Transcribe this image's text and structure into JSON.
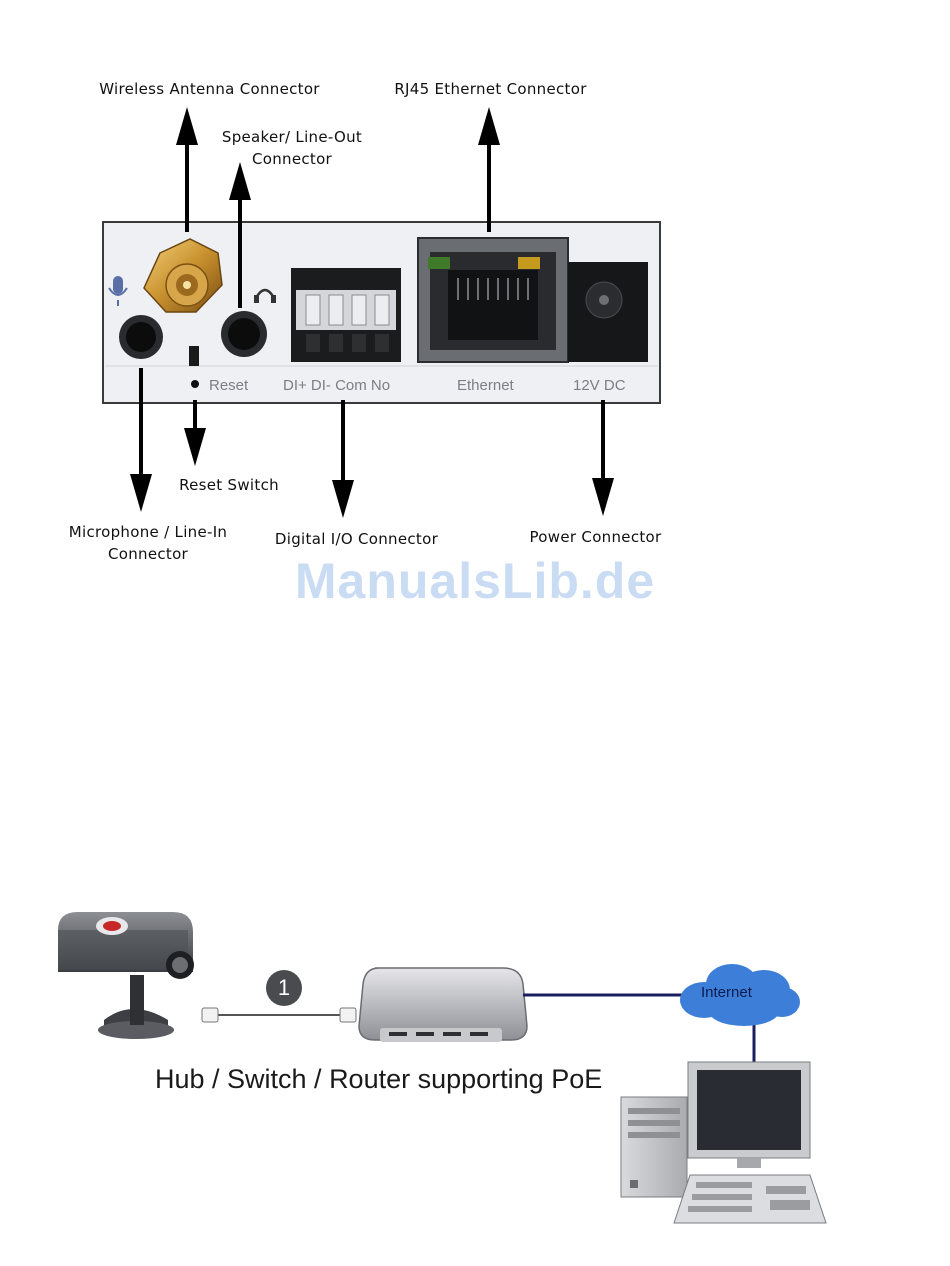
{
  "connector_diagram": {
    "callouts": {
      "wireless_antenna": "Wireless Antenna Connector",
      "rj45": "RJ45 Ethernet Connector",
      "speaker_line1": "Speaker/ Line-Out",
      "speaker_line2": "Connector",
      "reset_switch": "Reset Switch",
      "microphone_line1": "Microphone / Line-In",
      "microphone_line2": "Connector",
      "digital_io": "Digital I/O Connector",
      "power": "Power Connector"
    },
    "panel_labels": {
      "reset": "Reset",
      "dio": "DI+ DI- Com No",
      "ethernet": "Ethernet",
      "power": "12V DC"
    }
  },
  "watermark": "ManualsLib.de",
  "network_diagram": {
    "step_number": "1",
    "caption": "Hub / Switch / Router supporting PoE",
    "internet_label": "Internet"
  },
  "colors": {
    "panel": "#eef0f4",
    "panel_border": "#3a3a3a",
    "arrow": "#000000",
    "network_line": "#1b1f5e",
    "cloud": "#3d7fd8",
    "watermark": "#c9dcf3"
  }
}
